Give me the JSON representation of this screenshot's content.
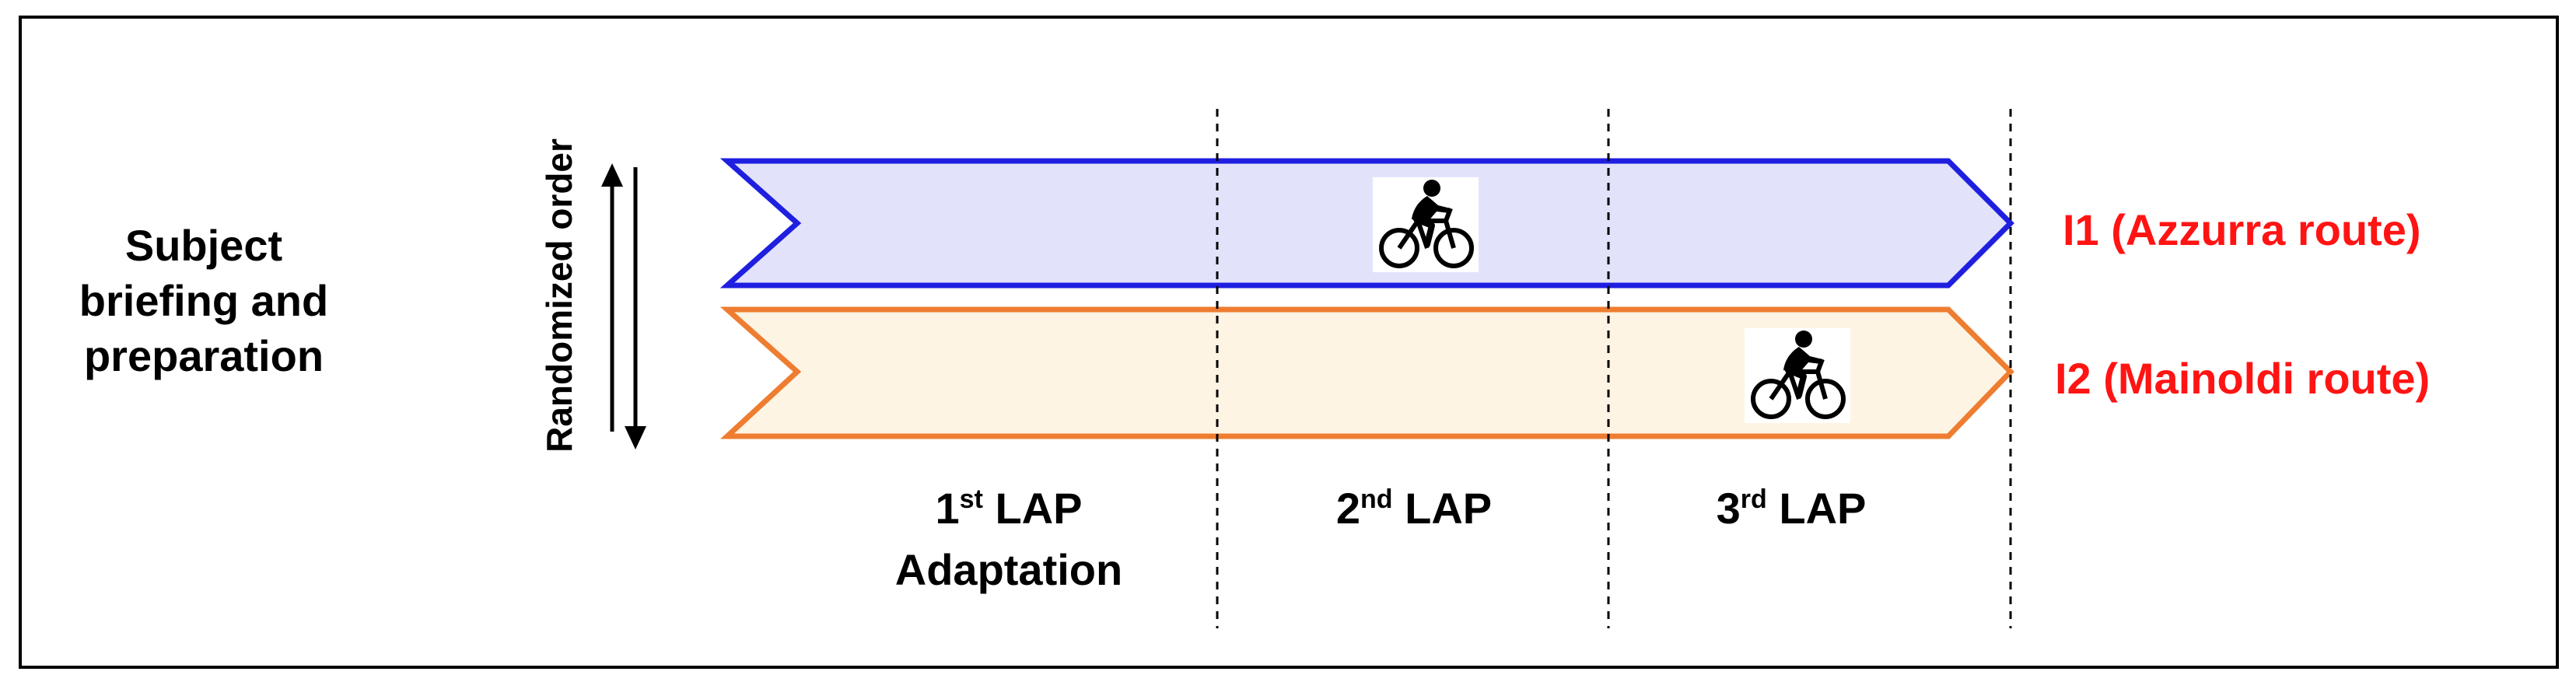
{
  "left_label": {
    "lines": [
      "Subject",
      "briefing and",
      "preparation"
    ]
  },
  "vertical_label": "Randomized order",
  "routes": [
    {
      "label": "I1 (Azzurra route)",
      "fill": "#e2e3fb",
      "stroke": "#1f1fe0",
      "cyclist_lap": 2
    },
    {
      "label": "I2 (Mainoldi route)",
      "fill": "#fef4e3",
      "stroke": "#ee7d31",
      "cyclist_lap": 3
    }
  ],
  "route_label_color": "#ff1414",
  "laps": [
    {
      "num": "1",
      "sup": "st",
      "name": "LAP",
      "sub": "Adaptation"
    },
    {
      "num": "2",
      "sup": "nd",
      "name": "LAP",
      "sub": ""
    },
    {
      "num": "3",
      "sup": "rd",
      "name": "LAP",
      "sub": ""
    }
  ],
  "icons": {
    "cyclist": "cyclist-icon",
    "order_arrows": "double-arrow-icon"
  },
  "colors": {
    "frame": "#000000",
    "text": "#000000",
    "divider": "#000000"
  }
}
